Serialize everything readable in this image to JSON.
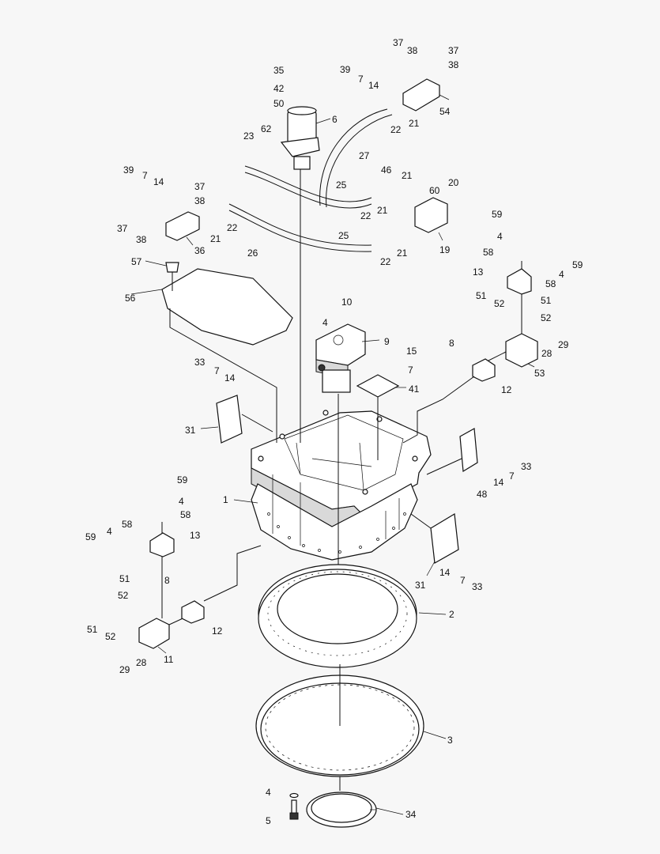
{
  "labels": [
    "1",
    "2",
    "3",
    "4",
    "5",
    "6",
    "7",
    "8",
    "9",
    "10",
    "11",
    "12",
    "13",
    "14",
    "15",
    "19",
    "20",
    "21",
    "22",
    "23",
    "25",
    "26",
    "27",
    "28",
    "29",
    "31",
    "33",
    "34",
    "35",
    "36",
    "37",
    "38",
    "39",
    "41",
    "42",
    "46",
    "48",
    "50",
    "51",
    "52",
    "53",
    "54",
    "56",
    "57",
    "58",
    "59",
    "60",
    "62"
  ],
  "callouts": [
    {
      "id": "1",
      "text": "1"
    },
    {
      "id": "2",
      "text": "2"
    },
    {
      "id": "3",
      "text": "3"
    },
    {
      "id": "4a",
      "text": "4"
    },
    {
      "id": "4b",
      "text": "4"
    },
    {
      "id": "4c",
      "text": "4"
    },
    {
      "id": "4d",
      "text": "4"
    },
    {
      "id": "4e",
      "text": "4"
    },
    {
      "id": "4f",
      "text": "4"
    },
    {
      "id": "5",
      "text": "5"
    },
    {
      "id": "6",
      "text": "6"
    },
    {
      "id": "7a",
      "text": "7"
    },
    {
      "id": "7b",
      "text": "7"
    },
    {
      "id": "7c",
      "text": "7"
    },
    {
      "id": "7d",
      "text": "7"
    },
    {
      "id": "7e",
      "text": "7"
    },
    {
      "id": "7f",
      "text": "7"
    },
    {
      "id": "8a",
      "text": "8"
    },
    {
      "id": "8b",
      "text": "8"
    },
    {
      "id": "9",
      "text": "9"
    },
    {
      "id": "10",
      "text": "10"
    },
    {
      "id": "11",
      "text": "11"
    },
    {
      "id": "12a",
      "text": "12"
    },
    {
      "id": "12b",
      "text": "12"
    },
    {
      "id": "13a",
      "text": "13"
    },
    {
      "id": "13b",
      "text": "13"
    },
    {
      "id": "14a",
      "text": "14"
    },
    {
      "id": "14b",
      "text": "14"
    },
    {
      "id": "14c",
      "text": "14"
    },
    {
      "id": "14d",
      "text": "14"
    },
    {
      "id": "14e",
      "text": "14"
    },
    {
      "id": "15",
      "text": "15"
    },
    {
      "id": "19",
      "text": "19"
    },
    {
      "id": "20",
      "text": "20"
    },
    {
      "id": "21a",
      "text": "21"
    },
    {
      "id": "21b",
      "text": "21"
    },
    {
      "id": "21c",
      "text": "21"
    },
    {
      "id": "21d",
      "text": "21"
    },
    {
      "id": "21e",
      "text": "21"
    },
    {
      "id": "22a",
      "text": "22"
    },
    {
      "id": "22b",
      "text": "22"
    },
    {
      "id": "22c",
      "text": "22"
    },
    {
      "id": "22d",
      "text": "22"
    },
    {
      "id": "23",
      "text": "23"
    },
    {
      "id": "25a",
      "text": "25"
    },
    {
      "id": "25b",
      "text": "25"
    },
    {
      "id": "26",
      "text": "26"
    },
    {
      "id": "27",
      "text": "27"
    },
    {
      "id": "28a",
      "text": "28"
    },
    {
      "id": "28b",
      "text": "28"
    },
    {
      "id": "29a",
      "text": "29"
    },
    {
      "id": "29b",
      "text": "29"
    },
    {
      "id": "31a",
      "text": "31"
    },
    {
      "id": "31b",
      "text": "31"
    },
    {
      "id": "33a",
      "text": "33"
    },
    {
      "id": "33b",
      "text": "33"
    },
    {
      "id": "33c",
      "text": "33"
    },
    {
      "id": "34",
      "text": "34"
    },
    {
      "id": "35",
      "text": "35"
    },
    {
      "id": "36",
      "text": "36"
    },
    {
      "id": "37a",
      "text": "37"
    },
    {
      "id": "37b",
      "text": "37"
    },
    {
      "id": "37c",
      "text": "37"
    },
    {
      "id": "37d",
      "text": "37"
    },
    {
      "id": "38a",
      "text": "38"
    },
    {
      "id": "38b",
      "text": "38"
    },
    {
      "id": "38c",
      "text": "38"
    },
    {
      "id": "38d",
      "text": "38"
    },
    {
      "id": "39a",
      "text": "39"
    },
    {
      "id": "39b",
      "text": "39"
    },
    {
      "id": "41",
      "text": "41"
    },
    {
      "id": "42",
      "text": "42"
    },
    {
      "id": "46",
      "text": "46"
    },
    {
      "id": "48",
      "text": "48"
    },
    {
      "id": "50",
      "text": "50"
    },
    {
      "id": "51a",
      "text": "51"
    },
    {
      "id": "51b",
      "text": "51"
    },
    {
      "id": "51c",
      "text": "51"
    },
    {
      "id": "51d",
      "text": "51"
    },
    {
      "id": "52a",
      "text": "52"
    },
    {
      "id": "52b",
      "text": "52"
    },
    {
      "id": "52c",
      "text": "52"
    },
    {
      "id": "52d",
      "text": "52"
    },
    {
      "id": "53",
      "text": "53"
    },
    {
      "id": "54",
      "text": "54"
    },
    {
      "id": "56",
      "text": "56"
    },
    {
      "id": "57",
      "text": "57"
    },
    {
      "id": "58a",
      "text": "58"
    },
    {
      "id": "58b",
      "text": "58"
    },
    {
      "id": "58c",
      "text": "58"
    },
    {
      "id": "58d",
      "text": "58"
    },
    {
      "id": "59a",
      "text": "59"
    },
    {
      "id": "59b",
      "text": "59"
    },
    {
      "id": "59c",
      "text": "59"
    },
    {
      "id": "59d",
      "text": "59"
    },
    {
      "id": "60",
      "text": "60"
    },
    {
      "id": "62",
      "text": "62"
    }
  ]
}
